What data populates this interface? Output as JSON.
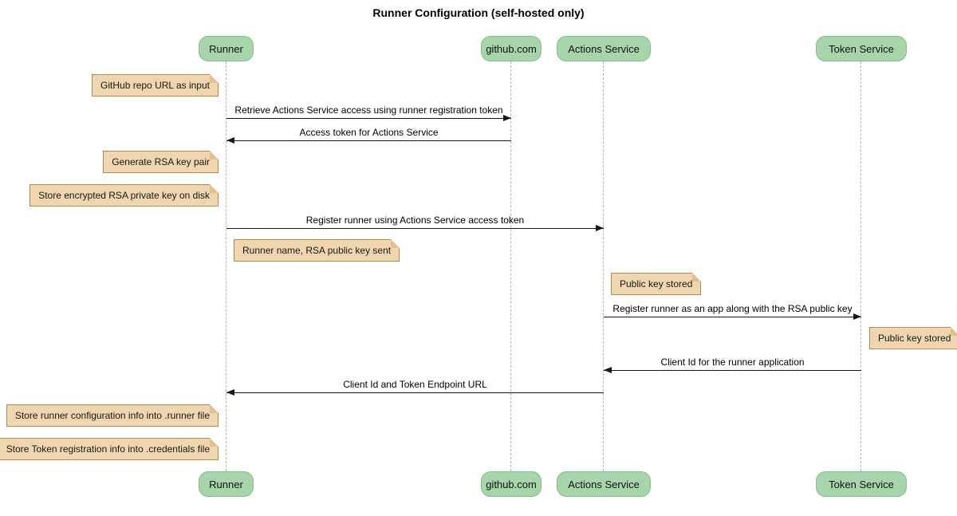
{
  "title": "Runner Configuration (self-hosted only)",
  "colors": {
    "participant_fill": "#a7d5aa",
    "participant_border": "#84bd8a",
    "note_fill": "#f0d6b0",
    "note_border": "#af8a4f",
    "lifeline": "#b5b5b5",
    "arrow": "#181818",
    "background": "#ffffff"
  },
  "participants": [
    {
      "id": "runner",
      "label": "Runner"
    },
    {
      "id": "github",
      "label": "github.com"
    },
    {
      "id": "actions-service",
      "label": "Actions Service"
    },
    {
      "id": "token-service",
      "label": "Token Service"
    }
  ],
  "messages": [
    {
      "from": "Runner",
      "to": "github.com",
      "direction": "right",
      "label": "Retrieve Actions Service access using runner registration token"
    },
    {
      "from": "github.com",
      "to": "Runner",
      "direction": "left",
      "label": "Access token for Actions Service"
    },
    {
      "from": "Runner",
      "to": "Actions Service",
      "direction": "right",
      "label": "Register runner using Actions Service access token"
    },
    {
      "from": "Actions Service",
      "to": "Token Service",
      "direction": "right",
      "label": "Register runner as an app along with the RSA public key"
    },
    {
      "from": "Token Service",
      "to": "Actions Service",
      "direction": "left",
      "label": "Client Id for the runner application"
    },
    {
      "from": "Actions Service",
      "to": "Runner",
      "direction": "left",
      "label": "Client Id and Token Endpoint URL"
    }
  ],
  "notes": [
    {
      "participant": "Runner",
      "side": "left",
      "label": "GitHub repo URL as input"
    },
    {
      "participant": "Runner",
      "side": "left",
      "label": "Generate RSA key pair"
    },
    {
      "participant": "Runner",
      "side": "left",
      "label": "Store encrypted RSA private key on disk"
    },
    {
      "participant": "Runner",
      "side": "right",
      "label": "Runner name, RSA public key sent"
    },
    {
      "participant": "Actions Service",
      "side": "right",
      "label": "Public key stored"
    },
    {
      "participant": "Token Service",
      "side": "right",
      "label": "Public key stored"
    },
    {
      "participant": "Runner",
      "side": "left",
      "label": "Store runner configuration info into .runner file"
    },
    {
      "participant": "Runner",
      "side": "left",
      "label": "Store Token registration info into .credentials file"
    }
  ]
}
